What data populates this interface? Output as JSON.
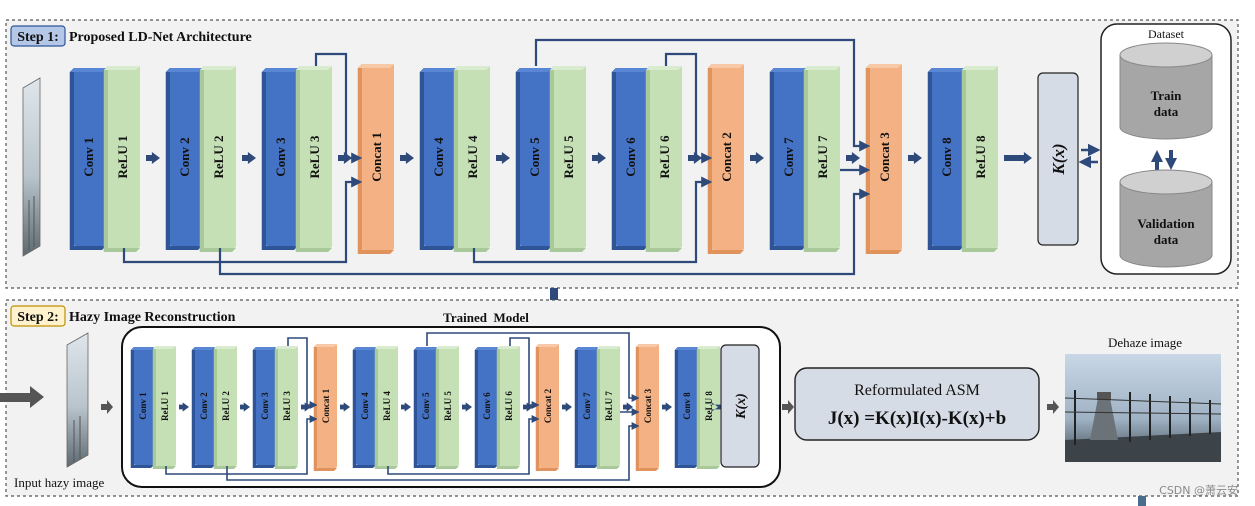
{
  "step1": {
    "badge": "Step 1:",
    "title": "Proposed LD-Net Architecture",
    "blocks": [
      {
        "type": "conv",
        "label": "Conv 1"
      },
      {
        "type": "relu",
        "label": "ReLU 1"
      },
      {
        "type": "conv",
        "label": "Conv 2"
      },
      {
        "type": "relu",
        "label": "ReLU 2"
      },
      {
        "type": "conv",
        "label": "Conv 3"
      },
      {
        "type": "relu",
        "label": "ReLU 3"
      },
      {
        "type": "concat",
        "label": "Concat 1"
      },
      {
        "type": "conv",
        "label": "Conv 4"
      },
      {
        "type": "relu",
        "label": "ReLU 4"
      },
      {
        "type": "conv",
        "label": "Conv 5"
      },
      {
        "type": "relu",
        "label": "ReLU 5"
      },
      {
        "type": "conv",
        "label": "Conv 6"
      },
      {
        "type": "relu",
        "label": "ReLU 6"
      },
      {
        "type": "concat",
        "label": "Concat 2"
      },
      {
        "type": "conv",
        "label": "Conv 7"
      },
      {
        "type": "relu",
        "label": "ReLU 7"
      },
      {
        "type": "concat",
        "label": "Concat 3"
      },
      {
        "type": "conv",
        "label": "Conv 8"
      },
      {
        "type": "relu",
        "label": "ReLU 8"
      }
    ],
    "kx_label": "K(x)",
    "dataset": {
      "title": "Dataset",
      "train_label": "Train\ndata",
      "validation_label": "Validation\ndata"
    }
  },
  "step2": {
    "badge": "Step 2:",
    "title": "Hazy Image Reconstruction",
    "trained_model_label": "Trained  Model",
    "input_label": "Input hazy image",
    "asm_title": "Reformulated ASM",
    "asm_formula": "J(x) =K(x)I(x)-K(x)+b",
    "output_label": "Dehaze image",
    "kx_label": "K(x)"
  },
  "watermark": "CSDN @萧云安",
  "colors": {
    "conv_front": "#4472c4",
    "conv_side": "#2f5597",
    "conv_top": "#5a86d6",
    "relu_front": "#c5e0b4",
    "relu_side": "#a9c99a",
    "relu_top": "#d9ecd0",
    "concat_front": "#f4b183",
    "concat_side": "#e0935c",
    "concat_top": "#f8c9a6",
    "connector": "#2e4a7a",
    "step1_badge_bg": "#b4c7e7",
    "step2_badge_bg": "#fff2cc",
    "kx_bg": "#d6dce5",
    "panel_bg": "#f2f2f2"
  }
}
